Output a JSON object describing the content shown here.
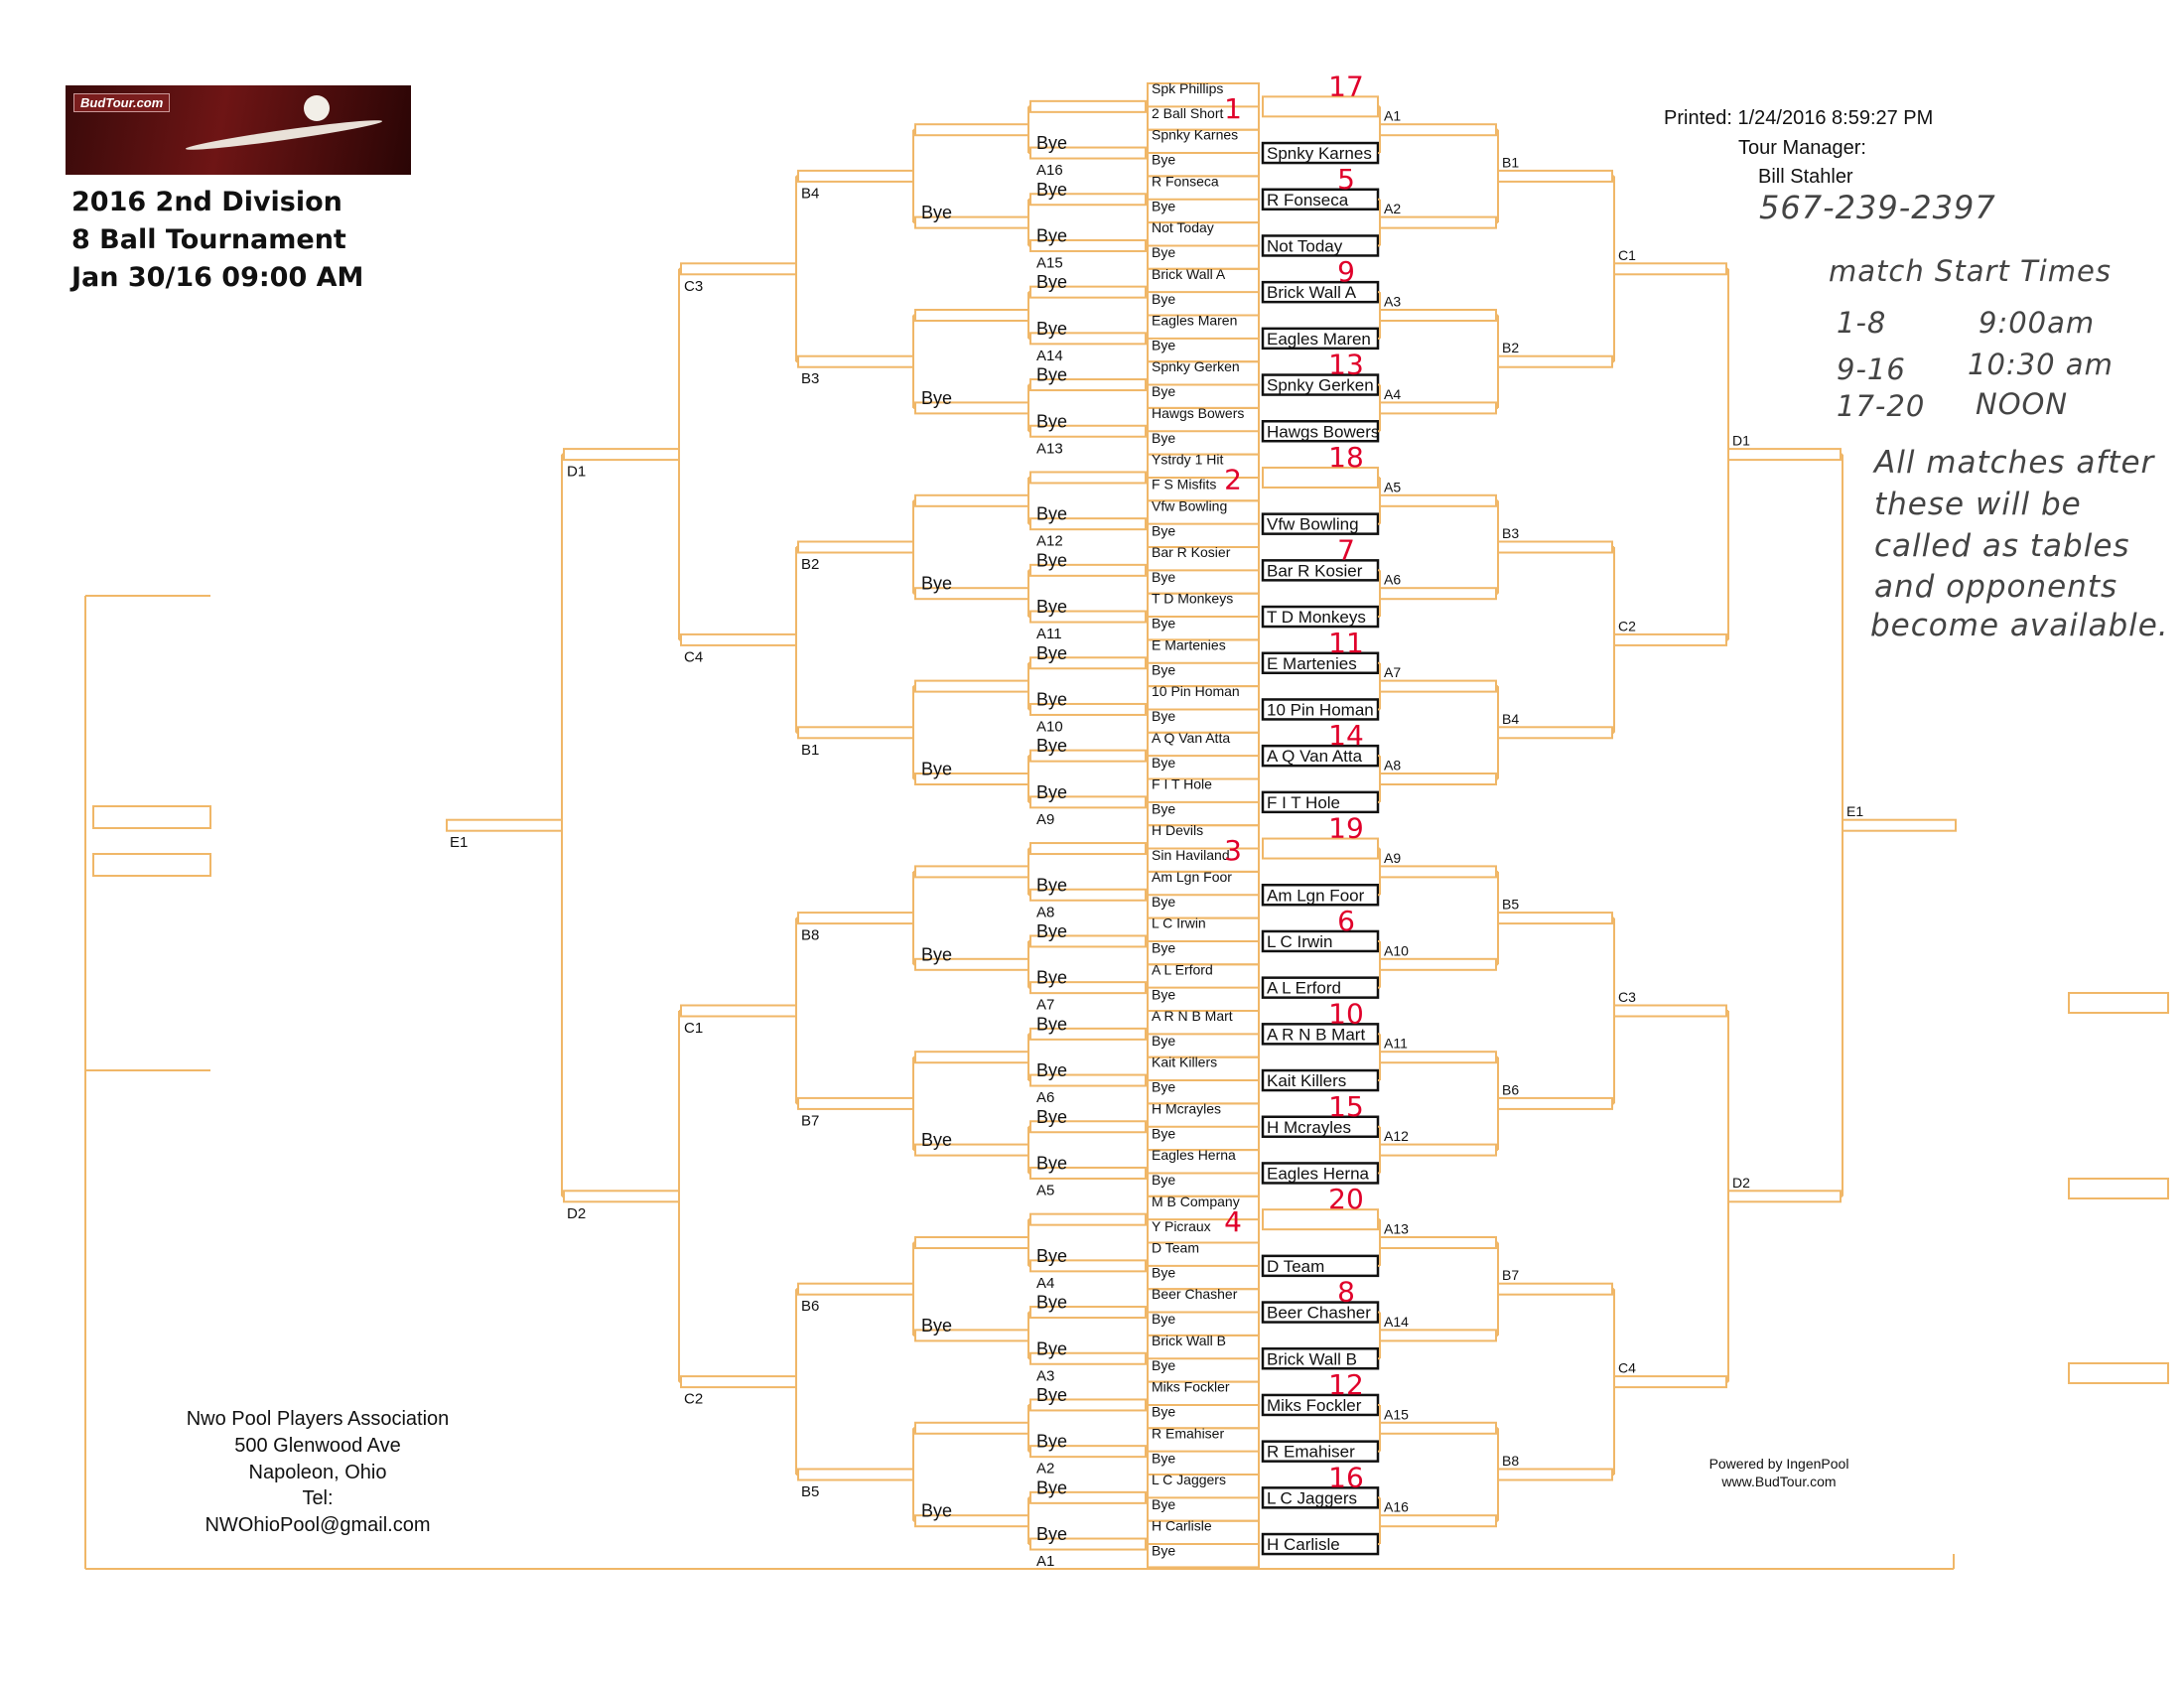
{
  "header": {
    "logo_text": "BudTour.com",
    "title_line1": "2016 2nd Division",
    "title_line2": "8 Ball Tournament",
    "title_line3": "Jan 30/16 09:00 AM"
  },
  "info": {
    "printed": "Printed: 1/24/2016 8:59:27 PM",
    "manager_label": "Tour Manager:",
    "manager_name": "Bill Stahler",
    "phone": "567-239-2397"
  },
  "notes": {
    "heading": "match Start Times",
    "rows": [
      {
        "range": "1-8",
        "time": "9:00am"
      },
      {
        "range": "9-16",
        "time": "10:30 am"
      },
      {
        "range": "17-20",
        "time": "NOON"
      }
    ],
    "lines": [
      "All matches after",
      "these will be",
      "called as tables",
      "and opponents",
      "become available."
    ]
  },
  "footer": {
    "org": "Nwo Pool Players Association",
    "street": "500 Glenwood Ave",
    "city": "Napoleon, Ohio",
    "tel": "Tel:",
    "email": "NWOhioPool@gmail.com",
    "powered_line1": "Powered by IngenPool",
    "powered_line2": "www.BudTour.com"
  },
  "bye_label": "Bye",
  "accent_color": "#f0b768",
  "mark_color": "#e0002a",
  "first_round": [
    {
      "top": "Spk Phillips",
      "bottom": "2 Ball Short",
      "mark": "1"
    },
    {
      "top": "Spnky Karnes",
      "bottom": "Bye"
    },
    {
      "top": "R Fonseca",
      "bottom": "Bye"
    },
    {
      "top": "Not Today",
      "bottom": "Bye"
    },
    {
      "top": "Brick Wall A",
      "bottom": "Bye"
    },
    {
      "top": "Eagles Maren",
      "bottom": "Bye"
    },
    {
      "top": "Spnky Gerken",
      "bottom": "Bye"
    },
    {
      "top": "Hawgs Bowers",
      "bottom": "Bye"
    },
    {
      "top": "Ystrdy 1 Hit",
      "bottom": "F S Misfits",
      "mark": "2"
    },
    {
      "top": "Vfw Bowling",
      "bottom": "Bye"
    },
    {
      "top": "Bar R Kosier",
      "bottom": "Bye"
    },
    {
      "top": "T D Monkeys",
      "bottom": "Bye"
    },
    {
      "top": "E Martenies",
      "bottom": "Bye"
    },
    {
      "top": "10 Pin Homan",
      "bottom": "Bye"
    },
    {
      "top": "A Q Van Atta",
      "bottom": "Bye"
    },
    {
      "top": "F I T Hole",
      "bottom": "Bye"
    },
    {
      "top": "H Devils",
      "bottom": "Sin Haviland",
      "mark": "3"
    },
    {
      "top": "Am Lgn Foor",
      "bottom": "Bye"
    },
    {
      "top": "L C Irwin",
      "bottom": "Bye"
    },
    {
      "top": "A L Erford",
      "bottom": "Bye"
    },
    {
      "top": "A R N B Mart",
      "bottom": "Bye"
    },
    {
      "top": "Kait Killers",
      "bottom": "Bye"
    },
    {
      "top": "H Mcrayles",
      "bottom": "Bye"
    },
    {
      "top": "Eagles Herna",
      "bottom": "Bye"
    },
    {
      "top": "M B Company",
      "bottom": "Y Picraux",
      "mark": "4"
    },
    {
      "top": "D Team",
      "bottom": "Bye"
    },
    {
      "top": "Beer Chasher",
      "bottom": "Bye"
    },
    {
      "top": "Brick Wall B",
      "bottom": "Bye"
    },
    {
      "top": "Miks Fockler",
      "bottom": "Bye"
    },
    {
      "top": "R Emahiser",
      "bottom": "Bye"
    },
    {
      "top": "L C Jaggers",
      "bottom": "Bye"
    },
    {
      "top": "H Carlisle",
      "bottom": "Bye"
    }
  ],
  "round2": [
    {
      "name": "",
      "mark": "17"
    },
    {
      "name": "Spnky Karnes"
    },
    {
      "name": "R Fonseca",
      "mark": "5"
    },
    {
      "name": "Not Today"
    },
    {
      "name": "Brick Wall A",
      "mark": "9"
    },
    {
      "name": "Eagles Maren"
    },
    {
      "name": "Spnky Gerken",
      "mark": "13"
    },
    {
      "name": "Hawgs Bowers"
    },
    {
      "name": "",
      "mark": "18"
    },
    {
      "name": "Vfw Bowling"
    },
    {
      "name": "Bar R Kosier",
      "mark": "7"
    },
    {
      "name": "T D Monkeys"
    },
    {
      "name": "E Martenies",
      "mark": "11"
    },
    {
      "name": "10 Pin Homan"
    },
    {
      "name": "A Q Van Atta",
      "mark": "14"
    },
    {
      "name": "F I T Hole"
    },
    {
      "name": "",
      "mark": "19"
    },
    {
      "name": "Am Lgn Foor"
    },
    {
      "name": "L C Irwin",
      "mark": "6"
    },
    {
      "name": "A L Erford"
    },
    {
      "name": "A R N B Mart",
      "mark": "10"
    },
    {
      "name": "Kait Killers"
    },
    {
      "name": "H Mcrayles",
      "mark": "15"
    },
    {
      "name": "Eagles Herna"
    },
    {
      "name": "",
      "mark": "20"
    },
    {
      "name": "D Team"
    },
    {
      "name": "Beer Chasher",
      "mark": "8"
    },
    {
      "name": "Brick Wall B"
    },
    {
      "name": "Miks Fockler",
      "mark": "12"
    },
    {
      "name": "R Emahiser"
    },
    {
      "name": "L C Jaggers",
      "mark": "16"
    },
    {
      "name": "H Carlisle"
    }
  ],
  "right_labels": {
    "r2": [
      "A1",
      "A2",
      "A3",
      "A4",
      "A5",
      "A6",
      "A7",
      "A8",
      "A9",
      "A10",
      "A11",
      "A12",
      "A13",
      "A14",
      "A15",
      "A16"
    ],
    "r3": [
      "B1",
      "B2",
      "B3",
      "B4",
      "B5",
      "B6",
      "B7",
      "B8"
    ],
    "r4": [
      "C1",
      "C2",
      "C3",
      "C4"
    ],
    "r5": [
      "D1",
      "D2"
    ],
    "r6": [
      "E1"
    ]
  },
  "loser_labels": {
    "a": [
      "A16",
      "A15",
      "A14",
      "A13",
      "A12",
      "A11",
      "A10",
      "A9",
      "A8",
      "A7",
      "A6",
      "A5",
      "A4",
      "A3",
      "A2",
      "A1"
    ],
    "b": [
      "B4",
      "B3",
      "B2",
      "B1",
      "B8",
      "B7",
      "B6",
      "B5"
    ],
    "c": [
      "C3",
      "C4",
      "C1",
      "C2"
    ],
    "d": [
      "D1",
      "D2"
    ],
    "e": "E1"
  }
}
